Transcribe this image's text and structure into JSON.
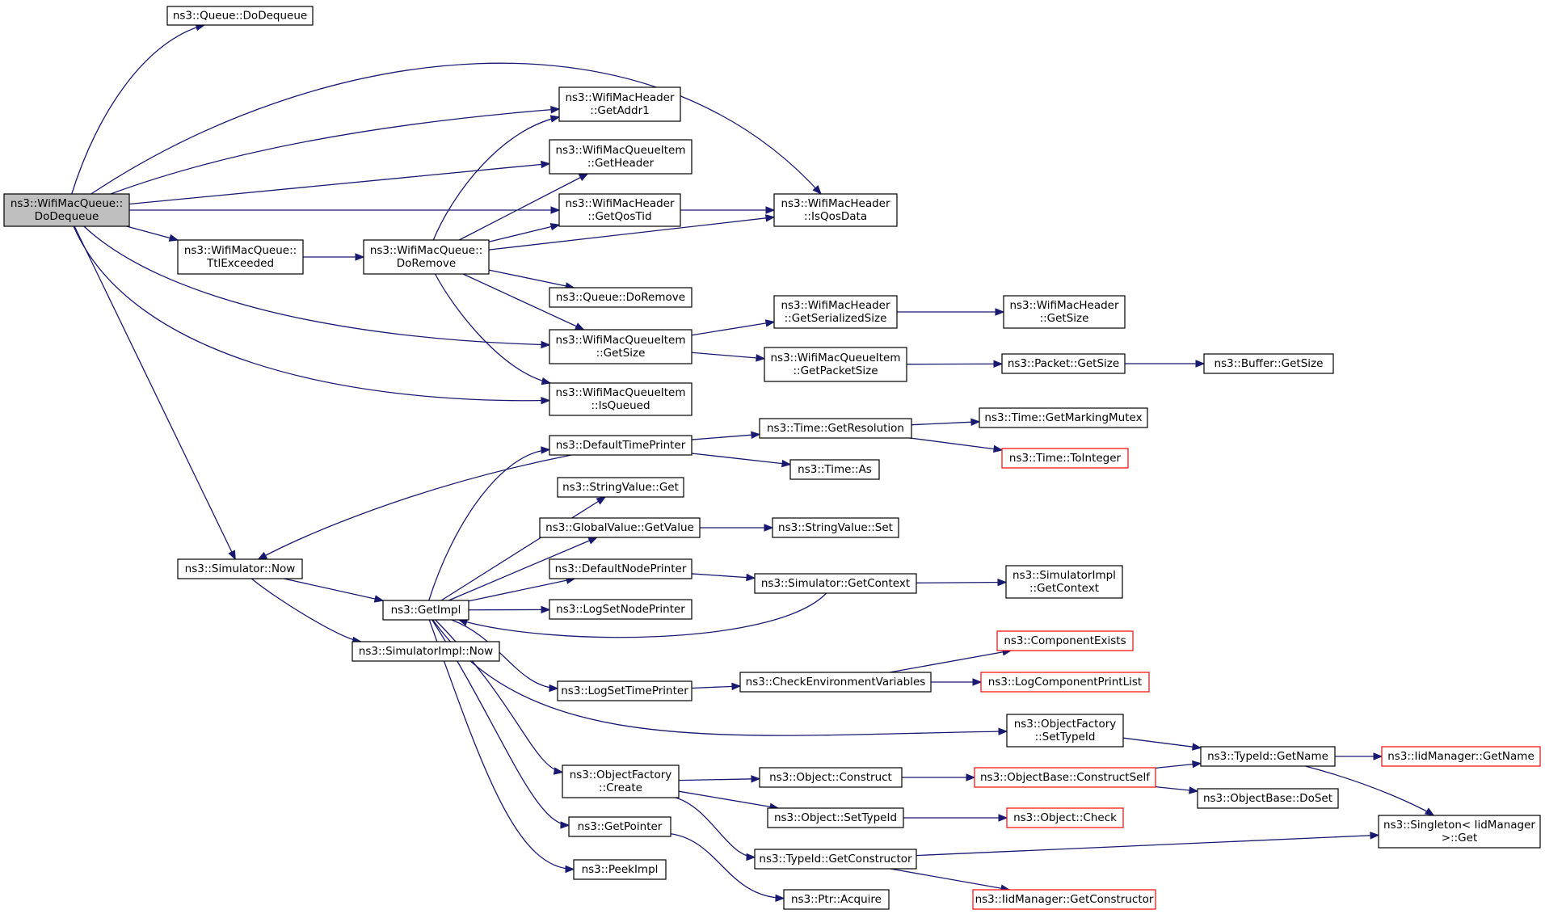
{
  "nodes": [
    {
      "id": "wq_dodequeue",
      "lines": [
        "ns3::WifiMacQueue::",
        "DoDequeue"
      ],
      "root": true
    },
    {
      "id": "q_dodequeue",
      "lines": [
        "ns3::Queue::DoDequeue"
      ]
    },
    {
      "id": "wh_getaddr1",
      "lines": [
        "ns3::WifiMacHeader",
        "::GetAddr1"
      ]
    },
    {
      "id": "wqi_getheader",
      "lines": [
        "ns3::WifiMacQueueItem",
        "::GetHeader"
      ]
    },
    {
      "id": "wh_getqostid",
      "lines": [
        "ns3::WifiMacHeader",
        "::GetQosTid"
      ]
    },
    {
      "id": "wh_isqosdata",
      "lines": [
        "ns3::WifiMacHeader",
        "::IsQosData"
      ]
    },
    {
      "id": "wq_ttlexceeded",
      "lines": [
        "ns3::WifiMacQueue::",
        "TtlExceeded"
      ]
    },
    {
      "id": "wq_doremove",
      "lines": [
        "ns3::WifiMacQueue::",
        "DoRemove"
      ]
    },
    {
      "id": "q_doremove",
      "lines": [
        "ns3::Queue::DoRemove"
      ]
    },
    {
      "id": "wh_getserializedsize",
      "lines": [
        "ns3::WifiMacHeader",
        "::GetSerializedSize"
      ]
    },
    {
      "id": "wh_getsize",
      "lines": [
        "ns3::WifiMacHeader",
        "::GetSize"
      ]
    },
    {
      "id": "wqi_getsize",
      "lines": [
        "ns3::WifiMacQueueItem",
        "::GetSize"
      ]
    },
    {
      "id": "wqi_getpacketsize",
      "lines": [
        "ns3::WifiMacQueueItem",
        "::GetPacketSize"
      ]
    },
    {
      "id": "packet_getsize",
      "lines": [
        "ns3::Packet::GetSize"
      ]
    },
    {
      "id": "buffer_getsize",
      "lines": [
        "ns3::Buffer::GetSize"
      ]
    },
    {
      "id": "wqi_isqueued",
      "lines": [
        "ns3::WifiMacQueueItem",
        "::IsQueued"
      ]
    },
    {
      "id": "default_time_printer",
      "lines": [
        "ns3::DefaultTimePrinter"
      ]
    },
    {
      "id": "time_getresolution",
      "lines": [
        "ns3::Time::GetResolution"
      ]
    },
    {
      "id": "time_getmarkingmutex",
      "lines": [
        "ns3::Time::GetMarkingMutex"
      ]
    },
    {
      "id": "time_tointeger",
      "lines": [
        "ns3::Time::ToInteger"
      ],
      "red": true
    },
    {
      "id": "time_as",
      "lines": [
        "ns3::Time::As"
      ]
    },
    {
      "id": "stringvalue_get",
      "lines": [
        "ns3::StringValue::Get"
      ]
    },
    {
      "id": "globalvalue_getvalue",
      "lines": [
        "ns3::GlobalValue::GetValue"
      ]
    },
    {
      "id": "stringvalue_set",
      "lines": [
        "ns3::StringValue::Set"
      ]
    },
    {
      "id": "simulator_now",
      "lines": [
        "ns3::Simulator::Now"
      ]
    },
    {
      "id": "default_node_printer",
      "lines": [
        "ns3::DefaultNodePrinter"
      ]
    },
    {
      "id": "simulator_getcontext",
      "lines": [
        "ns3::Simulator::GetContext"
      ]
    },
    {
      "id": "simimpl_getcontext",
      "lines": [
        "ns3::SimulatorImpl",
        "::GetContext"
      ]
    },
    {
      "id": "getimpl",
      "lines": [
        "ns3::GetImpl"
      ]
    },
    {
      "id": "logsetnodeprinter",
      "lines": [
        "ns3::LogSetNodePrinter"
      ]
    },
    {
      "id": "simimpl_now",
      "lines": [
        "ns3::SimulatorImpl::Now"
      ]
    },
    {
      "id": "componentexists",
      "lines": [
        "ns3::ComponentExists"
      ],
      "red": true
    },
    {
      "id": "logsettimeprinter",
      "lines": [
        "ns3::LogSetTimePrinter"
      ]
    },
    {
      "id": "checkenvvars",
      "lines": [
        "ns3::CheckEnvironmentVariables"
      ]
    },
    {
      "id": "logcomponentprintlist",
      "lines": [
        "ns3::LogComponentPrintList"
      ],
      "red": true
    },
    {
      "id": "objfactory_settypeid",
      "lines": [
        "ns3::ObjectFactory",
        "::SetTypeId"
      ]
    },
    {
      "id": "typeid_getname",
      "lines": [
        "ns3::TypeId::GetName"
      ]
    },
    {
      "id": "iidmanager_getname",
      "lines": [
        "ns3::IidManager::GetName"
      ],
      "red": true
    },
    {
      "id": "objfactory_create",
      "lines": [
        "ns3::ObjectFactory",
        "::Create"
      ]
    },
    {
      "id": "object_construct",
      "lines": [
        "ns3::Object::Construct"
      ]
    },
    {
      "id": "objectbase_constructself",
      "lines": [
        "ns3::ObjectBase::ConstructSelf"
      ],
      "red": true
    },
    {
      "id": "objectbase_doset",
      "lines": [
        "ns3::ObjectBase::DoSet"
      ]
    },
    {
      "id": "object_settypeid",
      "lines": [
        "ns3::Object::SetTypeId"
      ]
    },
    {
      "id": "object_check",
      "lines": [
        "ns3::Object::Check"
      ],
      "red": true
    },
    {
      "id": "singleton_get",
      "lines": [
        "ns3::Singleton< IidManager",
        ">::Get"
      ]
    },
    {
      "id": "getpointer",
      "lines": [
        "ns3::GetPointer"
      ]
    },
    {
      "id": "typeid_getconstructor",
      "lines": [
        "ns3::TypeId::GetConstructor"
      ]
    },
    {
      "id": "peekimpl",
      "lines": [
        "ns3::PeekImpl"
      ]
    },
    {
      "id": "ptr_acquire",
      "lines": [
        "ns3::Ptr::Acquire"
      ]
    },
    {
      "id": "iidmanager_getconstructor",
      "lines": [
        "ns3::IidManager::GetConstructor"
      ],
      "red": true
    }
  ],
  "edges": [
    [
      "wq_dodequeue",
      "q_dodequeue"
    ],
    [
      "wq_dodequeue",
      "wh_getaddr1"
    ],
    [
      "wq_dodequeue",
      "wqi_getheader"
    ],
    [
      "wq_dodequeue",
      "wh_getqostid"
    ],
    [
      "wq_dodequeue",
      "wh_isqosdata"
    ],
    [
      "wq_dodequeue",
      "wq_ttlexceeded"
    ],
    [
      "wq_dodequeue",
      "wqi_getsize"
    ],
    [
      "wq_dodequeue",
      "wqi_isqueued"
    ],
    [
      "wq_dodequeue",
      "simulator_now"
    ],
    [
      "wq_ttlexceeded",
      "wq_doremove"
    ],
    [
      "wq_doremove",
      "wh_getaddr1"
    ],
    [
      "wq_doremove",
      "wqi_getheader"
    ],
    [
      "wq_doremove",
      "wh_getqostid"
    ],
    [
      "wq_doremove",
      "wh_isqosdata"
    ],
    [
      "wq_doremove",
      "q_doremove"
    ],
    [
      "wq_doremove",
      "wqi_getsize"
    ],
    [
      "wq_doremove",
      "wqi_isqueued"
    ],
    [
      "wh_getqostid",
      "wh_isqosdata"
    ],
    [
      "wqi_getsize",
      "wh_getserializedsize"
    ],
    [
      "wqi_getsize",
      "wqi_getpacketsize"
    ],
    [
      "wh_getserializedsize",
      "wh_getsize"
    ],
    [
      "wqi_getpacketsize",
      "packet_getsize"
    ],
    [
      "packet_getsize",
      "buffer_getsize"
    ],
    [
      "simulator_now",
      "getimpl"
    ],
    [
      "simulator_now",
      "simimpl_now"
    ],
    [
      "getimpl",
      "default_time_printer"
    ],
    [
      "getimpl",
      "stringvalue_get"
    ],
    [
      "getimpl",
      "globalvalue_getvalue"
    ],
    [
      "getimpl",
      "default_node_printer"
    ],
    [
      "getimpl",
      "logsetnodeprinter"
    ],
    [
      "getimpl",
      "logsettimeprinter"
    ],
    [
      "getimpl",
      "objfactory_settypeid"
    ],
    [
      "getimpl",
      "objfactory_create"
    ],
    [
      "getimpl",
      "getpointer"
    ],
    [
      "getimpl",
      "peekimpl"
    ],
    [
      "default_time_printer",
      "simulator_now"
    ],
    [
      "default_time_printer",
      "time_getresolution"
    ],
    [
      "default_time_printer",
      "time_as"
    ],
    [
      "time_getresolution",
      "time_getmarkingmutex"
    ],
    [
      "time_getresolution",
      "time_tointeger"
    ],
    [
      "globalvalue_getvalue",
      "stringvalue_set"
    ],
    [
      "default_node_printer",
      "simulator_getcontext"
    ],
    [
      "simulator_getcontext",
      "getimpl"
    ],
    [
      "simulator_getcontext",
      "simimpl_getcontext"
    ],
    [
      "logsettimeprinter",
      "checkenvvars"
    ],
    [
      "checkenvvars",
      "componentexists"
    ],
    [
      "checkenvvars",
      "logcomponentprintlist"
    ],
    [
      "objfactory_settypeid",
      "typeid_getname"
    ],
    [
      "typeid_getname",
      "iidmanager_getname"
    ],
    [
      "typeid_getname",
      "singleton_get"
    ],
    [
      "objfactory_create",
      "object_construct"
    ],
    [
      "objfactory_create",
      "object_settypeid"
    ],
    [
      "objfactory_create",
      "typeid_getconstructor"
    ],
    [
      "object_construct",
      "objectbase_constructself"
    ],
    [
      "objectbase_constructself",
      "typeid_getname"
    ],
    [
      "objectbase_constructself",
      "objectbase_doset"
    ],
    [
      "object_settypeid",
      "object_check"
    ],
    [
      "typeid_getconstructor",
      "singleton_get"
    ],
    [
      "typeid_getconstructor",
      "iidmanager_getconstructor"
    ],
    [
      "getpointer",
      "ptr_acquire"
    ]
  ]
}
